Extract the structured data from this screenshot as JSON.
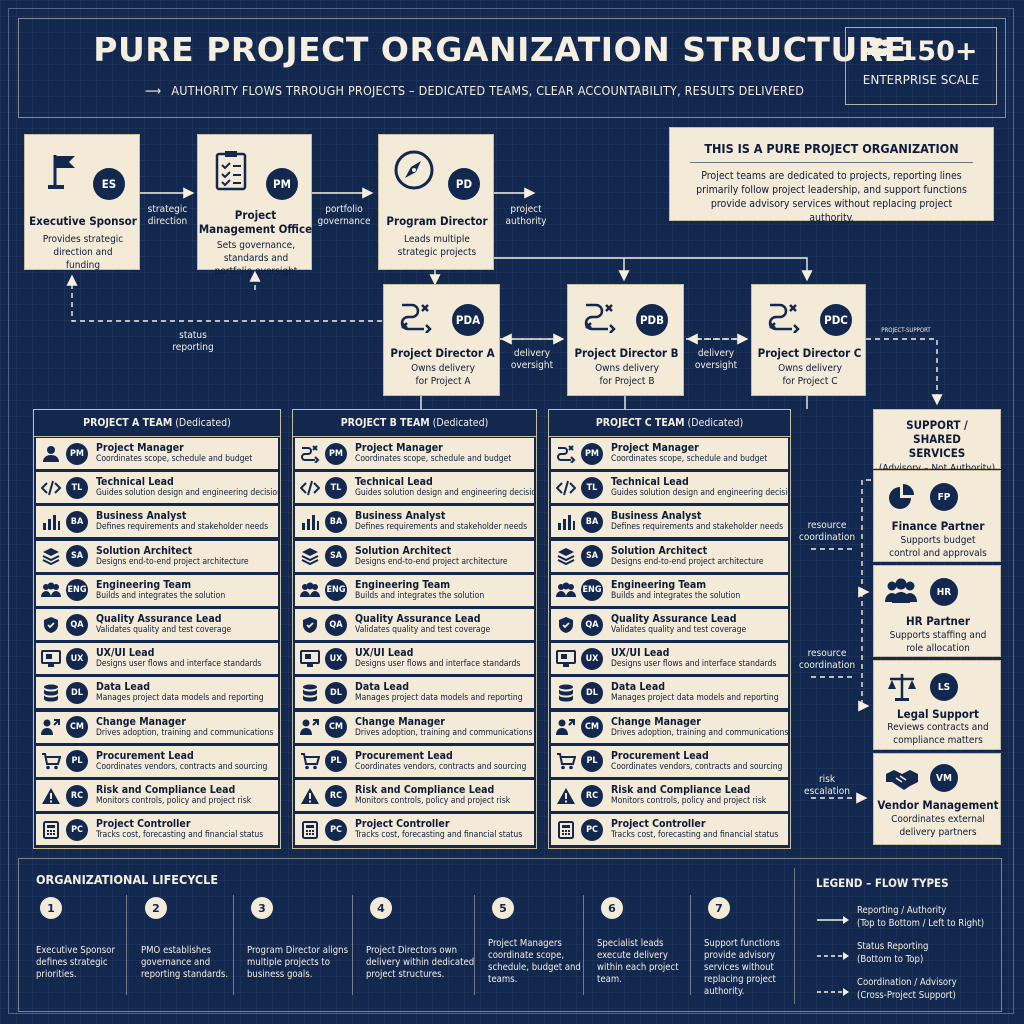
{
  "header": {
    "title": "PURE PROJECT ORGANIZATION STRUCTURE",
    "subtitle": "AUTHORITY FLOWS TRROUGH PROJECTS – DEDICATED TEAMS, CLEAR ACCOUNTABILITY, RESULTS DELIVERED",
    "scale_number": "150+",
    "scale_label": "ENTERPRISE SCALE"
  },
  "top_nodes": [
    {
      "abbr": "ES",
      "title": "Executive Sponsor",
      "desc": "Provides strategic direction and funding",
      "icon": "flag-icon"
    },
    {
      "abbr": "PM",
      "title": "Project Management Office",
      "desc": "Sets governance, standards and portfolio oversight",
      "icon": "clipboard-icon"
    },
    {
      "abbr": "PD",
      "title": "Program Director",
      "desc": "Leads multiple strategic projects",
      "icon": "compass-icon"
    }
  ],
  "top_flows": {
    "f1": "strategic direction",
    "f2": "portfolio governance",
    "f3": "project authority",
    "status": "status reporting"
  },
  "info": {
    "heading": "THIS IS A PURE PROJECT ORGANIZATION",
    "body": "Project teams are dedicated to projects, reporting lines primarily follow project leadership, and support functions provide advisory services without replacing project authority."
  },
  "directors": [
    {
      "abbr": "PDA",
      "title": "Project Director A",
      "desc": "Owns delivery for Project A"
    },
    {
      "abbr": "PDB",
      "title": "Project Director B",
      "desc": "Owns delivery for Project B"
    },
    {
      "abbr": "PDC",
      "title": "Project Director C",
      "desc": "Owns delivery for Project C"
    }
  ],
  "director_flows": {
    "d1": "delivery oversight",
    "d2": "delivery oversight",
    "d3": "PROJECT-SUPPORT"
  },
  "teams": [
    {
      "name": "PROJECT A TEAM",
      "note": "(Dedicated)"
    },
    {
      "name": "PROJECT B TEAM",
      "note": "(Dedicated)"
    },
    {
      "name": "PROJECT C TEAM",
      "note": "(Dedicated)"
    }
  ],
  "team_rows": [
    {
      "abbr": "PM",
      "title": "Project Manager",
      "desc": "Coordinates scope, schedule and budget",
      "icon": "person-icon"
    },
    {
      "abbr": "TL",
      "title": "Technical Lead",
      "desc": "Guides solution design and engineering decisions",
      "icon": "code-icon"
    },
    {
      "abbr": "BA",
      "title": "Business Analyst",
      "desc": "Defines requirements and stakeholder needs",
      "icon": "bar-chart-icon"
    },
    {
      "abbr": "SA",
      "title": "Solution Architect",
      "desc": "Designs end-to-end project architecture",
      "icon": "layers-icon"
    },
    {
      "abbr": "ENG",
      "title": "Engineering Team",
      "desc": "Builds and integrates the solution",
      "icon": "group-icon"
    },
    {
      "abbr": "QA",
      "title": "Quality Assurance Lead",
      "desc": "Validates quality and test coverage",
      "icon": "shield-icon"
    },
    {
      "abbr": "UX",
      "title": "UX/UI Lead",
      "desc": "Designs user flows and interface standards",
      "icon": "monitor-icon"
    },
    {
      "abbr": "DL",
      "title": "Data Lead",
      "desc": "Manages project data models and reporting",
      "icon": "database-icon"
    },
    {
      "abbr": "CM",
      "title": "Change Manager",
      "desc": "Drives adoption, training and communications",
      "icon": "people-change-icon"
    },
    {
      "abbr": "PL",
      "title": "Procurement Lead",
      "desc": "Coordinates vendors, contracts and sourcing",
      "icon": "cart-icon"
    },
    {
      "abbr": "RC",
      "title": "Risk and Compliance Lead",
      "desc": "Monitors controls, policy and project risk",
      "icon": "warning-icon"
    },
    {
      "abbr": "PC",
      "title": "Project Controller",
      "desc": "Tracks cost, forecasting and financial status",
      "icon": "calculator-icon"
    }
  ],
  "support": {
    "heading": "SUPPORT / SHARED SERVICES",
    "note": "(Advisory – Not Authority)",
    "items": [
      {
        "abbr": "FP",
        "title": "Finance Partner",
        "desc": "Supports budget control and approvals",
        "icon": "pie-chart-icon"
      },
      {
        "abbr": "HR",
        "title": "HR Partner",
        "desc": "Supports staffing and role allocation",
        "icon": "group-icon"
      },
      {
        "abbr": "LS",
        "title": "Legal Support",
        "desc": "Reviews contracts and compliance matters",
        "icon": "scales-icon"
      },
      {
        "abbr": "VM",
        "title": "Vendor Management",
        "desc": "Coordinates external delivery partners",
        "icon": "handshake-icon"
      }
    ],
    "flows": [
      "resource coordination",
      "resource coordination",
      "risk escalation"
    ]
  },
  "lifecycle": {
    "title": "ORGANIZATIONAL LIFECYCLE",
    "steps": [
      {
        "n": "1",
        "text": "Executive Sponsor defines strategic priorities."
      },
      {
        "n": "2",
        "text": "PMO establishes governance and reporting standards."
      },
      {
        "n": "3",
        "text": "Program Director aligns multiple projects to business goals."
      },
      {
        "n": "4",
        "text": "Project Directors own delivery within dedicated project structures."
      },
      {
        "n": "5",
        "text": "Project Managers coordinate scope, schedule, budget and teams."
      },
      {
        "n": "6",
        "text": "Specialist leads execute delivery within each project team."
      },
      {
        "n": "7",
        "text": "Support functions provide advisory services without replacing project authority."
      }
    ]
  },
  "legend": {
    "title": "LEGEND – FLOW TYPES",
    "items": [
      {
        "label": "Reporting / Authority",
        "sub": "(Top to Bottom / Left to Right)",
        "style": "solid"
      },
      {
        "label": "Status Reporting",
        "sub": "(Bottom to Top)",
        "style": "dashed"
      },
      {
        "label": "Coordination / Advisory",
        "sub": "(Cross-Project Support)",
        "style": "dashed"
      }
    ]
  },
  "colors": {
    "navy": "#13284f",
    "cream": "#f3ead8"
  }
}
